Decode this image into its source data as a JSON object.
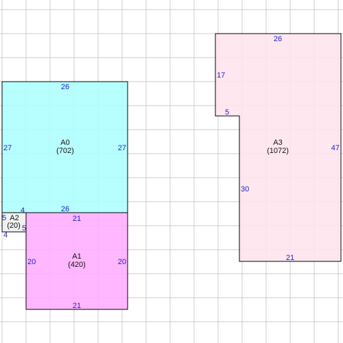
{
  "colors": {
    "grid": "#cccccc",
    "outline": "#000000",
    "dimension_text": "#2222cc",
    "A0_fill": "#aaffff",
    "A1_fill": "#ffaaff",
    "A2_fill": "#eeeeee",
    "A3_fill": "#ffe4ee"
  },
  "rooms": {
    "A0": {
      "name": "A0",
      "area": "(702)",
      "top": "26",
      "left": "27",
      "right": "27",
      "bottom": "26"
    },
    "A1": {
      "name": "A1",
      "area": "(420)",
      "top": "21",
      "left": "20",
      "right": "20",
      "bottom": "21"
    },
    "A2": {
      "name": "A2",
      "area": "(20)",
      "top": "4",
      "left": "5",
      "right": "5",
      "bottom": "4"
    },
    "A3": {
      "name": "A3",
      "area": "(1072)",
      "top": "26",
      "notch_left": "17",
      "notch_bottom": "5",
      "left": "30",
      "right": "47",
      "bottom": "21"
    }
  }
}
